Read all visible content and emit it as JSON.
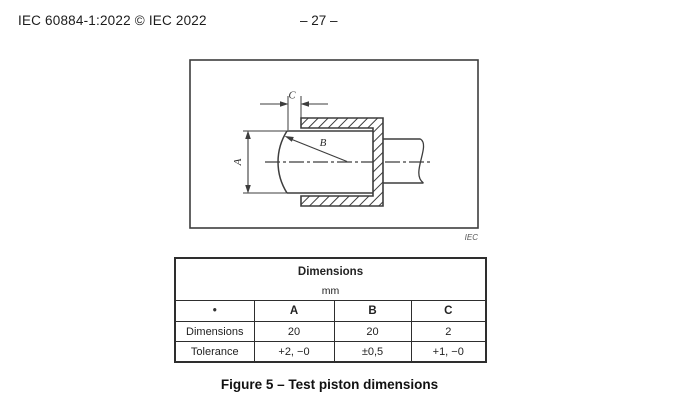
{
  "header": {
    "left": "IEC 60884-1:2022 © IEC 2022",
    "page_number": "– 27 –"
  },
  "figure": {
    "labels": {
      "a": "A",
      "b": "B",
      "c": "C"
    },
    "credit": "IEC",
    "caption": "Figure 5 – Test piston dimensions"
  },
  "table": {
    "title": "Dimensions",
    "unit": "mm",
    "columns": {
      "corner": "•",
      "a": "A",
      "b": "B",
      "c": "C"
    },
    "rows": [
      {
        "label": "Dimensions",
        "a": "20",
        "b": "20",
        "c": "2"
      },
      {
        "label": "Tolerance",
        "a": "+2, −0",
        "b": "±0,5",
        "c": "+1, −0"
      }
    ]
  },
  "colors": {
    "line": "#3d3d3d",
    "text": "#222222"
  }
}
